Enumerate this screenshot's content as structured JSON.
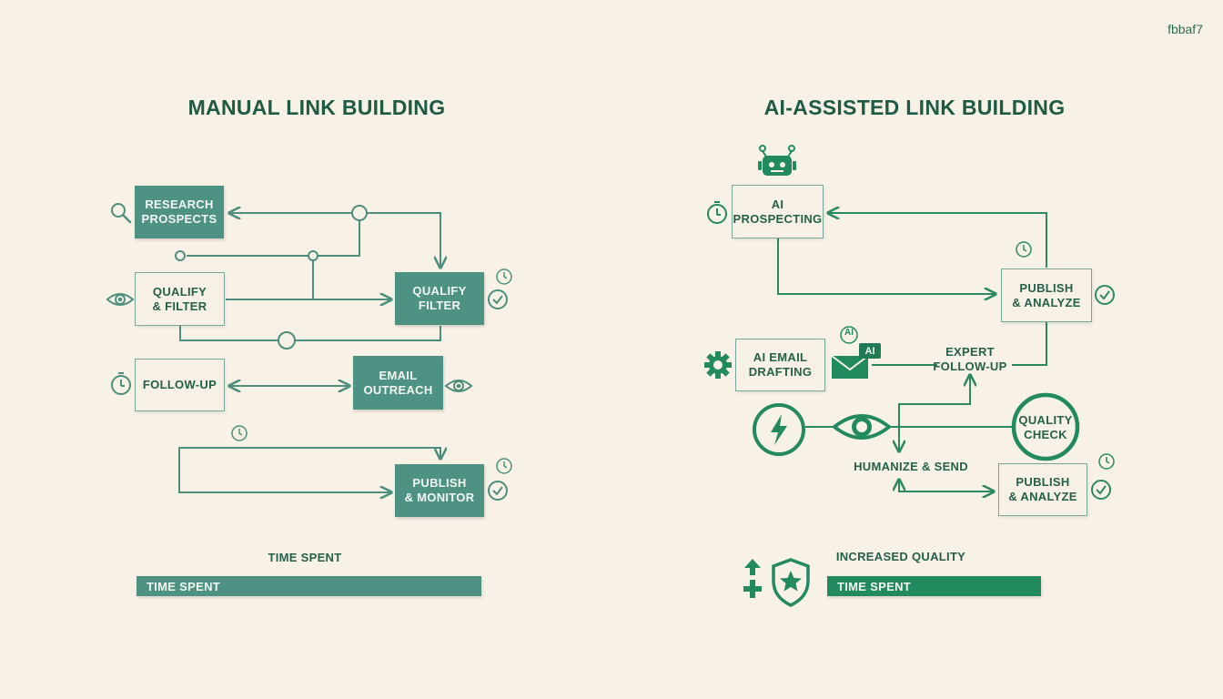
{
  "code": "fbbaf7",
  "colors": {
    "background": "#f8f1e6",
    "teal": "#4d9283",
    "dark_green": "#1f5a44",
    "bright_green": "#218a5e",
    "line": "#4d8f7c"
  },
  "manual": {
    "title": "MANUAL LINK BUILDING",
    "boxes": {
      "research": "RESEARCH\nPROSPECTS",
      "qualify_left": "QUALIFY\n& FILTER",
      "qualify_right": "QUALIFY\nFILTER",
      "follow_up": "FOLLOW-UP",
      "email_outreach": "EMAIL\nOUTREACH",
      "publish_monitor": "PUBLISH\n& MONITOR"
    },
    "time_label": "TIME SPENT",
    "time_bar_label": "TIME SPENT",
    "time_bar_fraction": 1.0
  },
  "ai": {
    "title": "AI-ASSISTED LINK BUILDING",
    "boxes": {
      "prospecting": "AI\nPROSPECTING",
      "publish_top": "PUBLISH\n& ANALYZE",
      "email_drafting": "AI EMAIL\nDRAFTING",
      "publish_bottom": "PUBLISH\n& ANALYZE"
    },
    "expert_follow_up": "EXPERT\nFOLLOW-UP",
    "quality_check": "QUALITY\nCHECK",
    "humanize_send": "HUMANIZE & SEND",
    "ai_badge": "AI",
    "ai_badge_circle": "AI",
    "quality_label": "INCREASED QUALITY",
    "time_bar_label": "TIME SPENT",
    "time_bar_fraction": 0.62
  },
  "icons": [
    "search-icon",
    "eye-icon",
    "stopwatch-icon",
    "clock-icon",
    "check-circle-icon",
    "robot-icon",
    "gear-icon",
    "envelope-icon",
    "lightning-icon",
    "shield-star-icon",
    "arrow-up-icon",
    "plus-icon"
  ]
}
